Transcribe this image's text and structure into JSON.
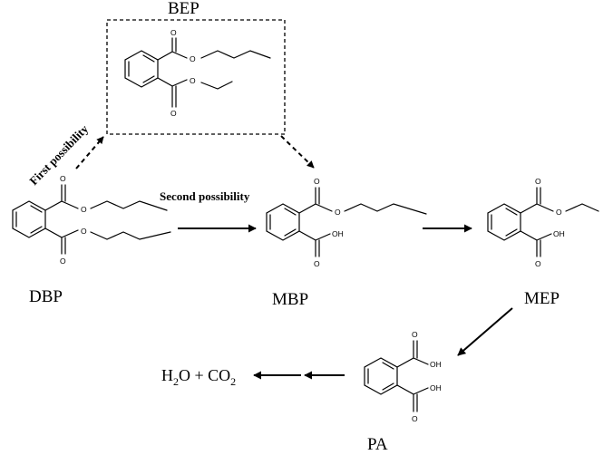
{
  "compounds": {
    "dbp": {
      "name": "DBP"
    },
    "bep": {
      "name": "BEP"
    },
    "mbp": {
      "name": "MBP"
    },
    "mep": {
      "name": "MEP"
    },
    "pa": {
      "name": "PA"
    }
  },
  "atoms": {
    "oxygen": "O",
    "hydroxyl": "OH"
  },
  "pathways": {
    "first": "First possibility",
    "second": "Second possibility"
  },
  "final_products": {
    "water_h": "H",
    "water_sub": "2",
    "water_o": "O + CO",
    "co2_sub": "2"
  }
}
